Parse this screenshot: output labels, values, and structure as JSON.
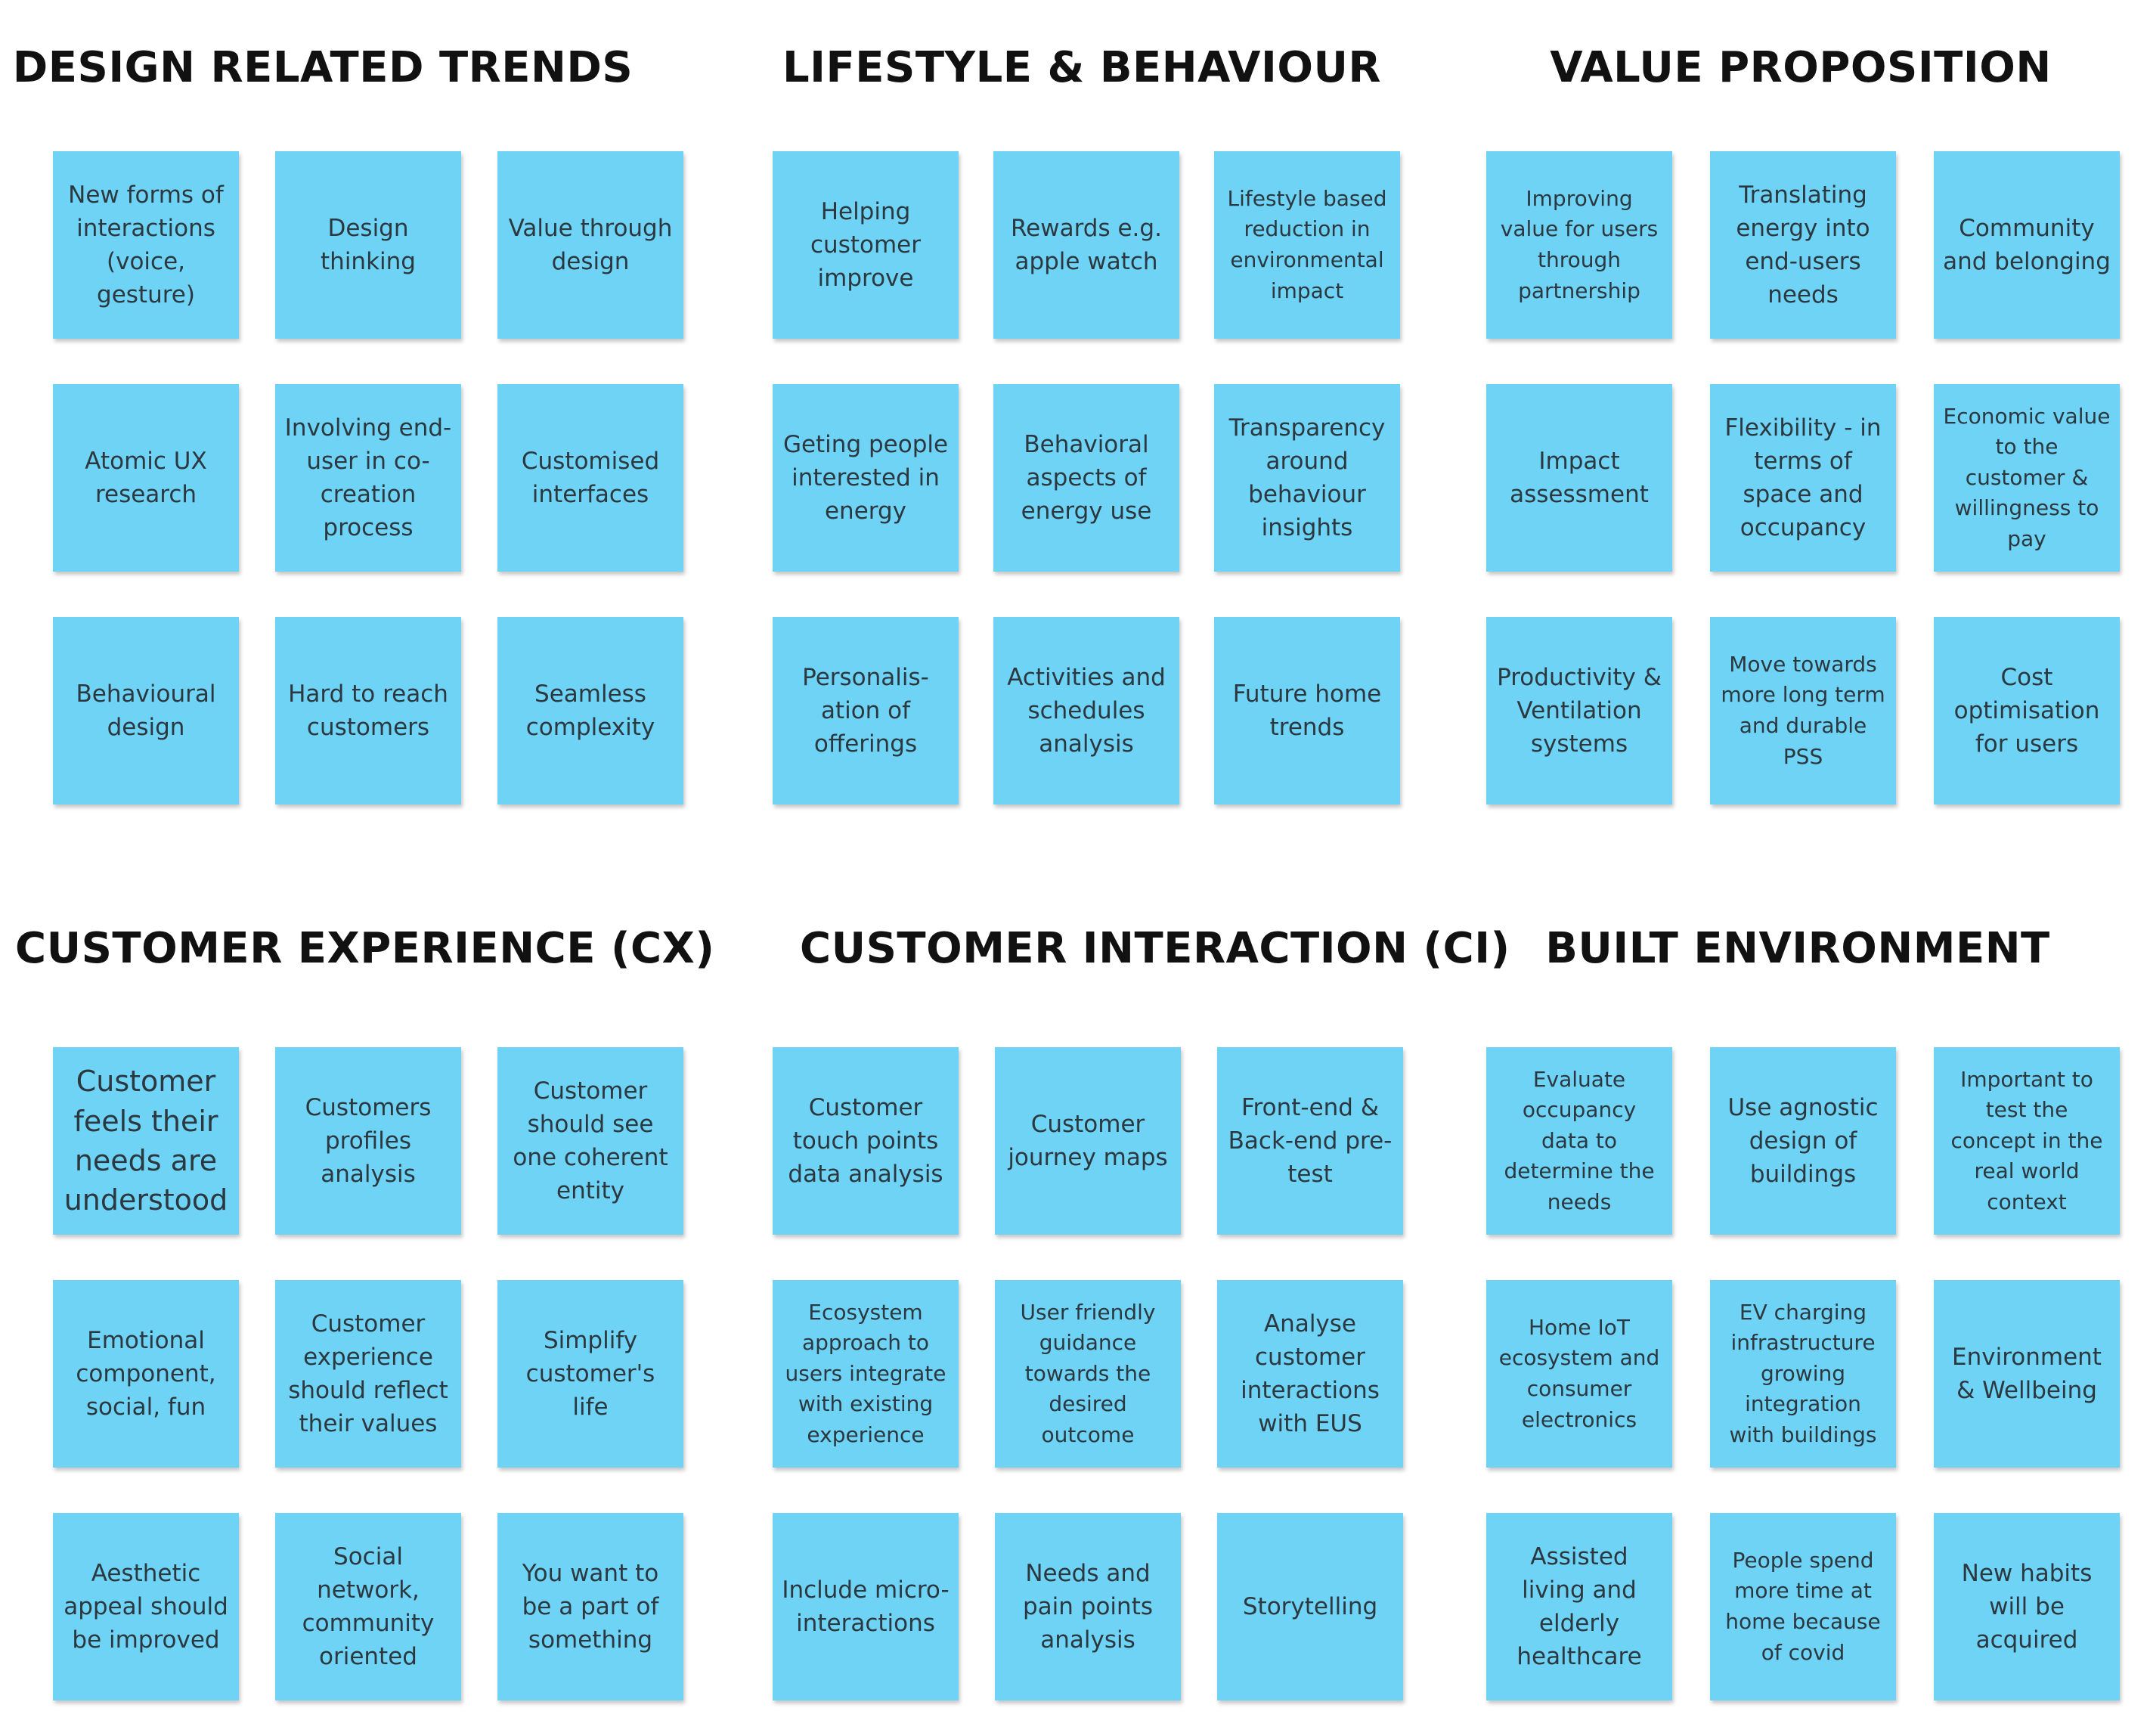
{
  "sections": [
    {
      "title": "DESIGN RELATED TRENDS",
      "notes": [
        "New forms of interactions (voice, gesture)",
        "Design thinking",
        "Value through design",
        "Atomic UX research",
        "Involving end-user in co-creation process",
        "Customised interfaces",
        "Behavioural design",
        "Hard to reach customers",
        "Seamless complexity"
      ]
    },
    {
      "title": "LIFESTYLE & BEHAVIOUR",
      "notes": [
        "Helping customer improve",
        "Rewards e.g. apple watch",
        "Lifestyle based reduction in environmental impact",
        "Geting people interested in energy",
        "Behavioral aspects of energy use",
        "Transparency around behaviour insights",
        "Personalis-ation of offerings",
        "Activities and schedules analysis",
        "Future home trends"
      ]
    },
    {
      "title": "VALUE PROPOSITION",
      "notes": [
        "Improving value for users through partnership",
        "Translating energy into end-users needs",
        "Community and belonging",
        "Impact assessment",
        "Flexibility - in terms of space and occupancy",
        "Economic value to the customer & willingness to pay",
        "Productivity & Ventilation systems",
        "Move towards more long term and durable PSS",
        "Cost optimisation for users"
      ]
    },
    {
      "title": "CUSTOMER EXPERIENCE (CX)",
      "notes": [
        "Customer feels their needs are understood",
        "Customers profiles analysis",
        "Customer should see one coherent entity",
        "Emotional component, social, fun",
        "Customer experience should reflect their values",
        "Simplify customer's life",
        "Aesthetic appeal should be improved",
        "Social network, community oriented",
        "You want to be a part of something"
      ]
    },
    {
      "title": "CUSTOMER INTERACTION (CI)",
      "notes": [
        "Customer touch points data analysis",
        "Customer journey maps",
        "Front-end & Back-end pre-test",
        "Ecosystem approach to users integrate with existing experience",
        "User friendly guidance towards the desired outcome",
        "Analyse customer interactions with EUS",
        "Include micro-interactions",
        "Needs and pain points analysis",
        "Storytelling"
      ]
    },
    {
      "title": "BUILT ENVIRONMENT",
      "notes": [
        "Evaluate occupancy data to determine the needs",
        "Use agnostic design of buildings",
        "Important to test the concept in the real world context",
        "Home IoT ecosystem and consumer electronics",
        "EV charging infrastructure growing integration with buildings",
        "Environment & Wellbeing",
        "Assisted living and elderly healthcare",
        "People spend more time at home because of covid",
        "New habits will be acquired"
      ]
    }
  ]
}
